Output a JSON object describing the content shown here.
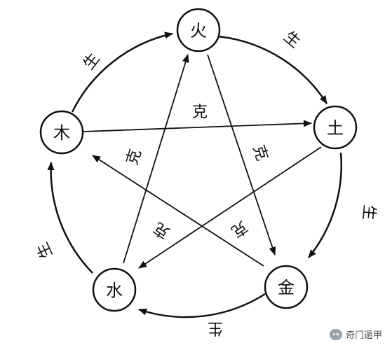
{
  "diagram": {
    "nodes": {
      "fire": "火",
      "earth": "土",
      "metal": "金",
      "water": "水",
      "wood": "木"
    },
    "generate_label": "生",
    "overcome_label": "克",
    "colors": {
      "line": "#111111",
      "background": "#ffffff"
    }
  },
  "watermark": {
    "text": "奇门遁甲",
    "icon": "wechat-icon"
  }
}
